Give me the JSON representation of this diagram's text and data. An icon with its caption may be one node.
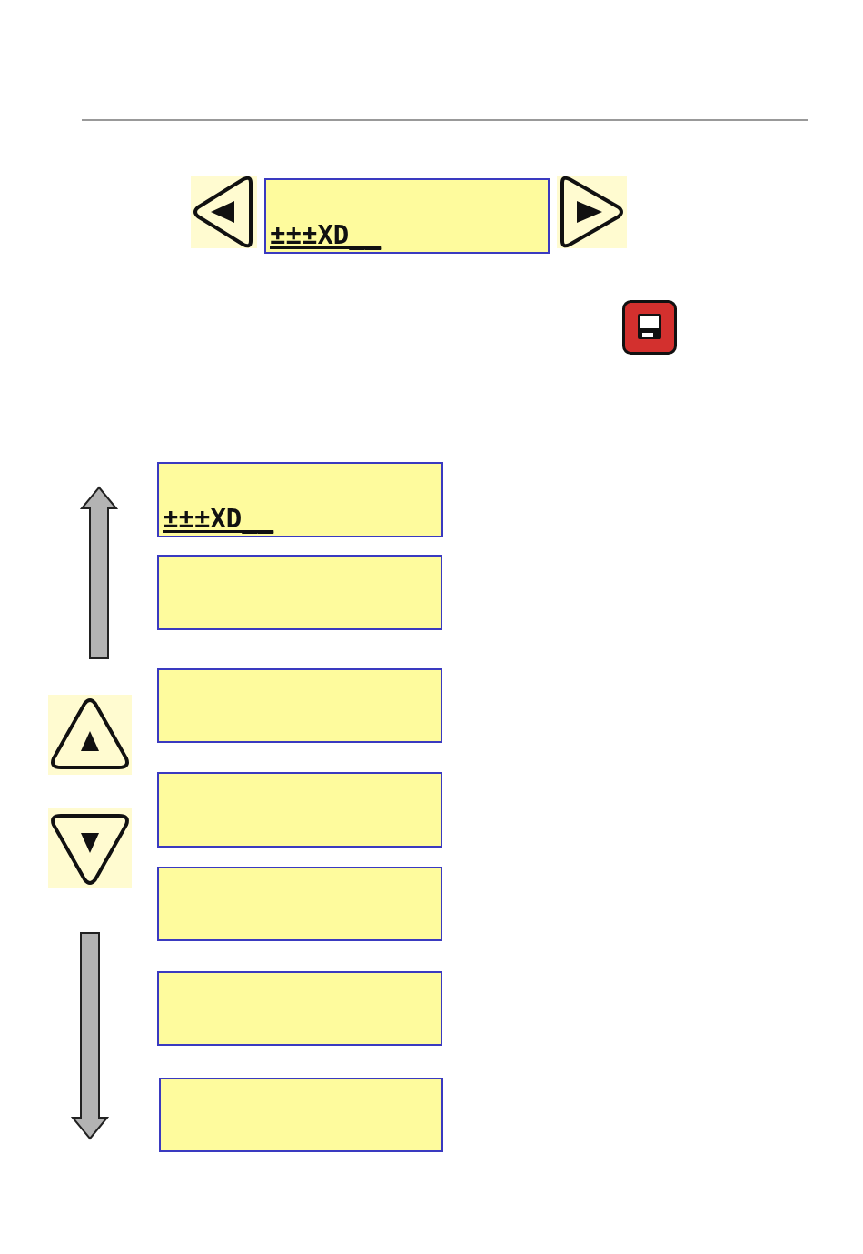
{
  "diagram": {
    "nodes": [
      {
        "text": [
          "±±±XD__"
        ]
      },
      {
        "text": [
          "±±±XD__"
        ]
      },
      {
        "text": [],
        "shape": "box"
      },
      {
        "text": [],
        "shape": "box"
      },
      {
        "text": [],
        "shape": "box"
      },
      {
        "text": [],
        "shape": "box"
      },
      {
        "text": [],
        "shape": "box"
      },
      {
        "text": [],
        "shape": "box"
      }
    ],
    "edges": []
  }
}
